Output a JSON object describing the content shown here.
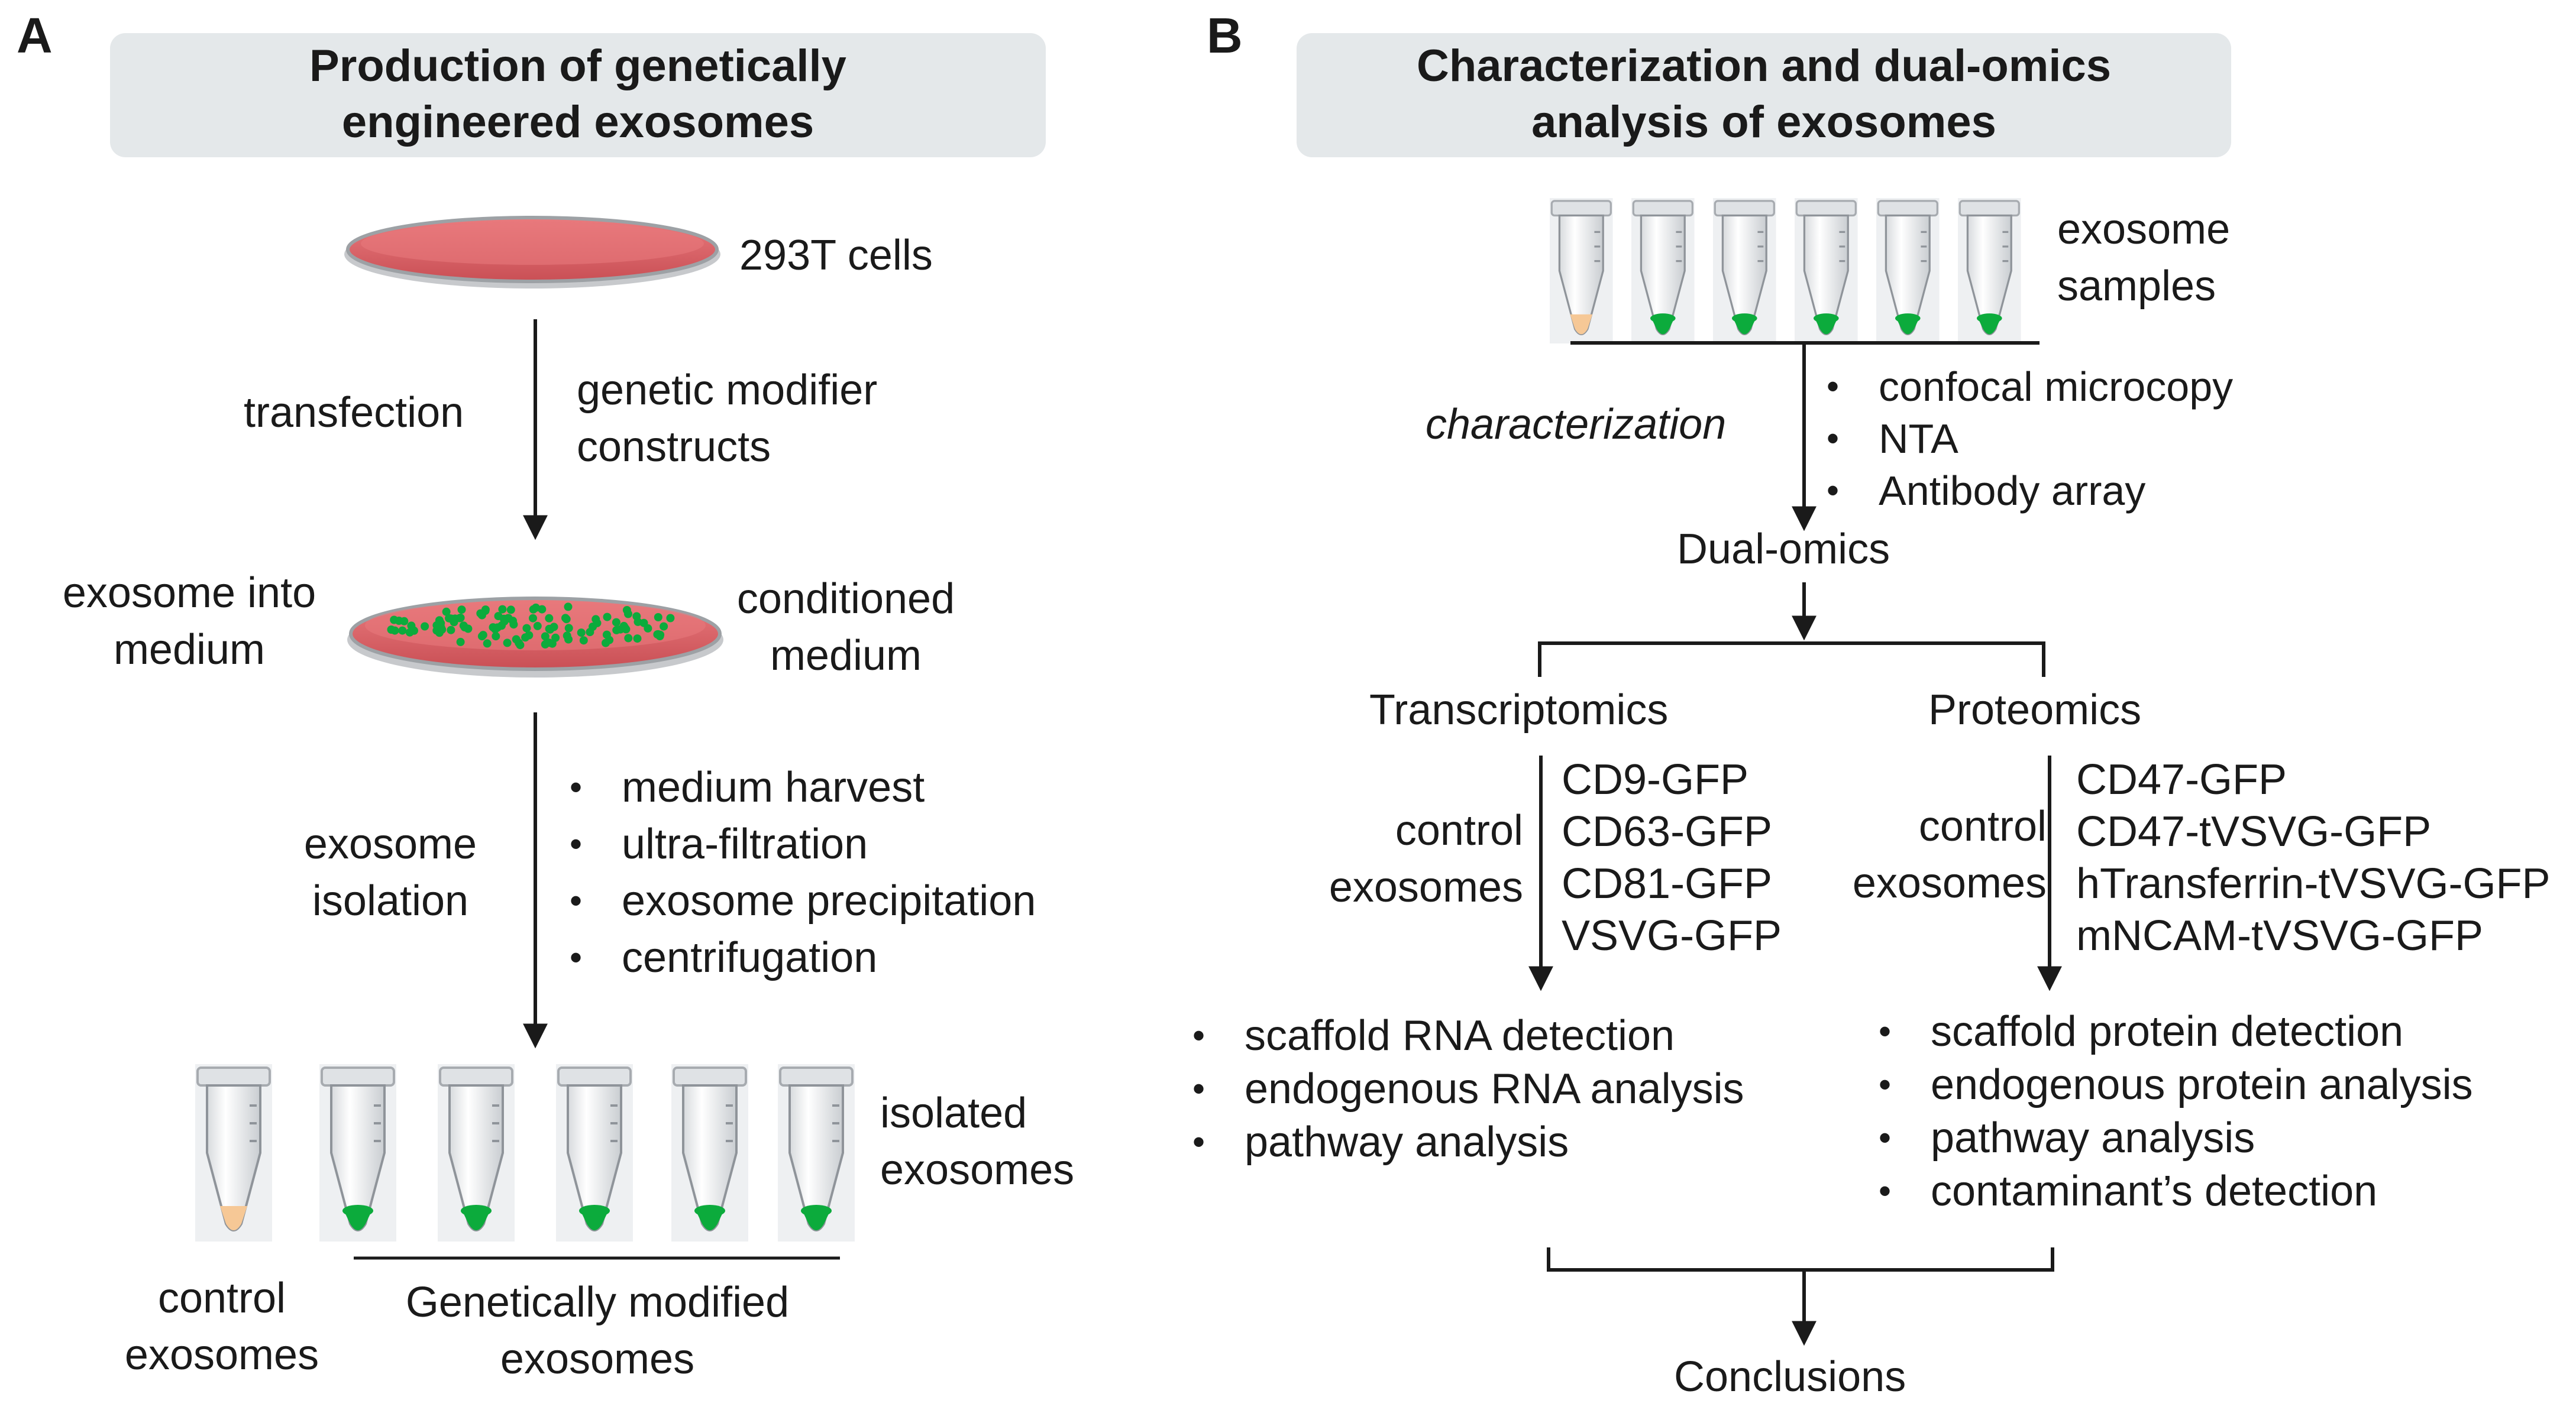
{
  "panel_a": {
    "letter": "A",
    "header": "Production of genetically engineered exosomes",
    "cells_label": "293T cells",
    "transfection_label": "transfection",
    "constructs_label": "genetic modifier constructs",
    "exosome_into_medium_label": "exosome into medium",
    "conditioned_medium_label": "conditioned medium",
    "isolation_label": "exosome isolation",
    "isolation_steps": [
      "medium harvest",
      "ultra-filtration",
      "exosome precipitation",
      "centrifugation"
    ],
    "isolated_label": "isolated exosomes",
    "control_label": "control exosomes",
    "modified_label": "Genetically modified exosomes"
  },
  "panel_b": {
    "letter": "B",
    "header": "Characterization and dual-omics analysis of exosomes",
    "samples_label": "exosome samples",
    "characterization_label": "characterization",
    "characterization_methods": [
      "confocal microcopy",
      "NTA",
      "Antibody array"
    ],
    "dual_omics_label": "Dual-omics",
    "transcriptomics": {
      "title": "Transcriptomics",
      "control_label": "control exosomes",
      "constructs": [
        "CD9-GFP",
        "CD63-GFP",
        "CD81-GFP",
        "VSVG-GFP"
      ],
      "analyses": [
        "scaffold RNA detection",
        "endogenous RNA analysis",
        "pathway analysis"
      ]
    },
    "proteomics": {
      "title": "Proteomics",
      "control_label": "control exosomes",
      "constructs": [
        "CD47-GFP",
        "CD47-tVSVG-GFP",
        "hTransferrin-tVSVG-GFP",
        "mNCAM-tVSVG-GFP"
      ],
      "analyses": [
        "scaffold protein detection",
        "endogenous protein analysis",
        "pathway analysis",
        "contaminant’s detection"
      ]
    },
    "conclusions_label": "Conclusions"
  },
  "colors": {
    "header_bg": "#e4e8ea",
    "dish_medium": "#e0666a",
    "exosome_green": "#0cab3c",
    "control_pellet": "#f6c896",
    "text": "#1a1a1a"
  }
}
